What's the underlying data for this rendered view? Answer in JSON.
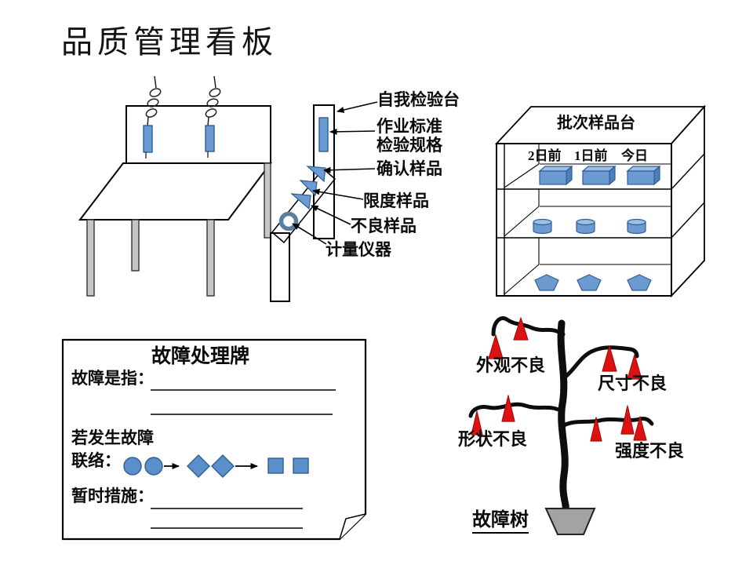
{
  "page_title": "品质管理看板",
  "workstation": {
    "label_self_station": "自我检验台",
    "label_standard_line1": "作业标准",
    "label_standard_line2": "检验规格",
    "label_confirm_sample": "确认样品",
    "label_limit_sample": "限度样品",
    "label_defect_sample": "不良样品",
    "label_measuring_instrument": "计量仪器"
  },
  "batch_shelf": {
    "title": "批次样品台",
    "columns": [
      "2日前",
      "1日前",
      "今日"
    ],
    "rows": [
      {
        "shape": "box",
        "count": 3
      },
      {
        "shape": "cylinder",
        "count": 3
      },
      {
        "shape": "pentagon",
        "count": 3
      }
    ]
  },
  "fault_card": {
    "title": "故障处理牌",
    "fault_definition_label": "故障是指：",
    "contact_line1": "若发生故障",
    "contact_line2": "联络：",
    "temporary_measures_label": "暂时措施：",
    "flow_shapes": [
      "circle",
      "circle",
      "diamond",
      "diamond",
      "square",
      "square"
    ]
  },
  "fault_tree": {
    "caption": "故障树",
    "branch_labels": [
      "外观不良",
      "尺寸不良",
      "形状不良",
      "强度不良"
    ]
  },
  "colors": {
    "shape_blue": "#6C9BD2",
    "shape_blue_light": "#9DBFE4",
    "shape_blue_dark": "#4A7FB8",
    "shape_blue_border": "#2F5E96",
    "flow_blue": "#5B8FC9",
    "alert_red": "#DD1111",
    "alert_red_border": "#A50D0D",
    "pot_gray": "#A3A3A3",
    "leg_gray": "#C6C6C6",
    "gauge_ring": "#5C7F9D"
  }
}
